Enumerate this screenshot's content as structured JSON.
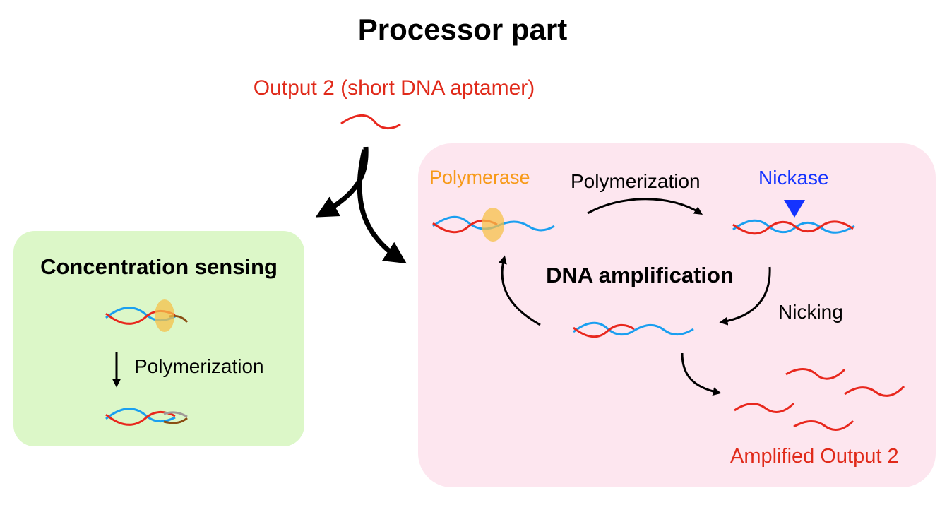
{
  "title": "Processor part",
  "input_label": "Output 2 (short DNA aptamer)",
  "sensing": {
    "title": "Concentration sensing",
    "step_label": "Polymerization"
  },
  "amplification": {
    "center_label": "DNA amplification",
    "polymerase_label": "Polymerase",
    "polymerization_label": "Polymerization",
    "nickase_label": "Nickase",
    "nicking_label": "Nicking",
    "output_label": "Amplified Output 2"
  },
  "colors": {
    "red_strand": "#e8281e",
    "blue_strand": "#1a9ff0",
    "brown_strand": "#8a4f14",
    "gray_strand": "#a09a98",
    "polymerase": "#f5c04a",
    "nickase": "#1433ff",
    "sensing_bg": "#dcf7c8",
    "amplification_bg": "#fde6ef",
    "input_text": "#e02a1a",
    "polymerase_text": "#f79a1a",
    "nickase_text": "#1433ff"
  },
  "icons": [
    "polymerase-icon",
    "nickase-marker-icon"
  ]
}
